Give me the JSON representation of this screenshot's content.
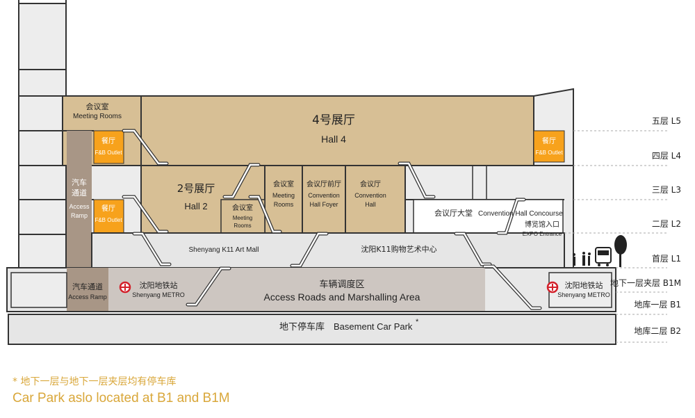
{
  "floors": {
    "l5": "五层 L5",
    "l4": "四层 L4",
    "l3": "三层 L3",
    "l2": "二层 L2",
    "l1": "首层 L1",
    "b1m": "地下一层夹层 B1M",
    "b1": "地库一层 B1",
    "b2": "地库二层 B2"
  },
  "areas": {
    "meeting_top_zh": "会议室",
    "meeting_top_en": "Meeting Rooms",
    "hall4_zh": "4号展厅",
    "hall4_en": "Hall 4",
    "fb_left_upper_zh": "餐厅",
    "fb_left_upper_en": "F&B Outlet",
    "fb_left_lower_zh": "餐厅",
    "fb_left_lower_en": "F&B Outlet",
    "fb_right_zh": "餐厅",
    "fb_right_en": "F&B Outlet",
    "ramp_upper_zh": [
      "汽车",
      "通道"
    ],
    "ramp_upper_en": [
      "Access",
      "Ramp"
    ],
    "ramp_lower_zh": "汽车通道",
    "ramp_lower_en": "Access Ramp",
    "hall2_zh": "2号展厅",
    "hall2_en": "Hall 2",
    "meeting_small_zh": "会议室",
    "meeting_small_en": [
      "Meeting",
      "Rooms"
    ],
    "meeting_mid_zh": "会议室",
    "meeting_mid_en": [
      "Meeting",
      "Rooms"
    ],
    "foyer_zh": "会议厅前厅",
    "foyer_en": [
      "Convention",
      "Hall Foyer"
    ],
    "conv_hall_zh": "会议厅",
    "conv_hall_en": [
      "Convention",
      "Hall"
    ],
    "concourse_zh": "会议厅大堂",
    "concourse_en": "Convention Hall Concourse",
    "expo_zh": "博览馆入口",
    "expo_en": "EXPO Entrance",
    "k11_en": "Shenyang K11 Art Mall",
    "k11_zh": "沈阳K11购物艺术中心",
    "marshalling_zh": "车辆调度区",
    "marshalling_en": "Access Roads and Marshalling Area",
    "metro_left_zh": "沈阳地铁站",
    "metro_left_en": "Shenyang METRO",
    "metro_right_zh": "沈阳地铁站",
    "metro_right_en": "Shenyang METRO",
    "carpark_zh": "地下停车库",
    "carpark_en": "Basement Car Park",
    "carpark_star": "*"
  },
  "note": {
    "line1": "* 地下一层与地下一层夹层均有停车库",
    "line2": "Car Park aslo located at B1 and B1M"
  },
  "colors": {
    "tan": "#d7bf95",
    "orange": "#f7a21c",
    "grey_light": "#e6e6e6",
    "grey_ramp": "#a89686",
    "grey_access": "#cdc6c1",
    "outline": "#333333",
    "note": "#d9a73a"
  },
  "icons": [
    "metro-icon",
    "pedestrian-icon",
    "car-icon",
    "tree-icon",
    "escalator-icon"
  ]
}
